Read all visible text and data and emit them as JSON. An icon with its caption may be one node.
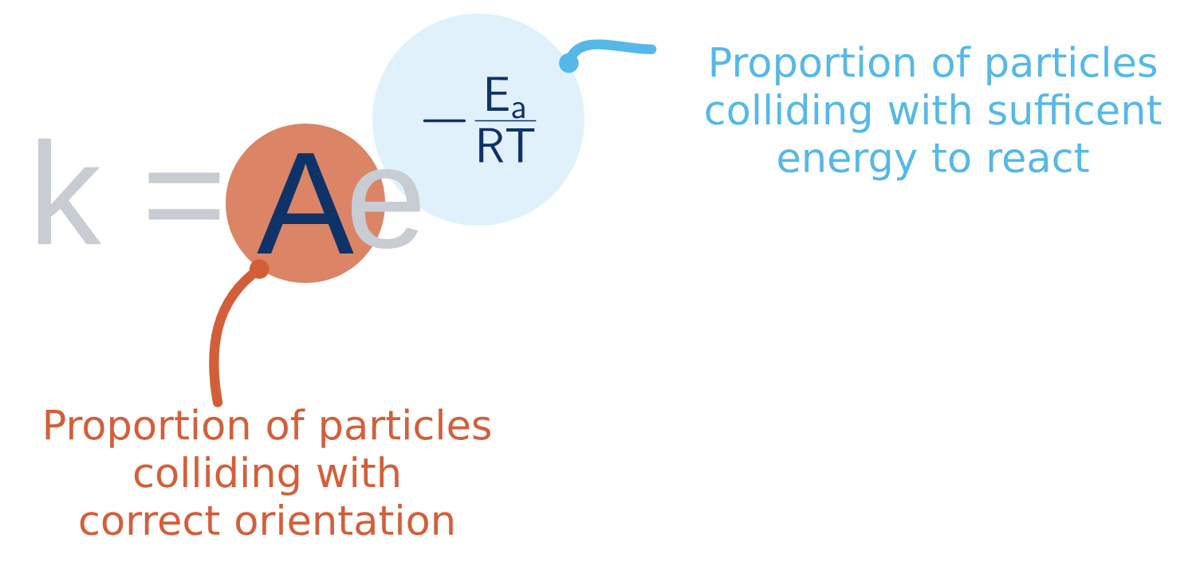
{
  "diagram": {
    "nodes": [
      {
        "text": [
          "A"
        ]
      },
      {
        "text": [
          "-\\frac{\\mathsf{E}_{\\mathsf{a}}}{\\mathsf{RT}}"
        ]
      },
      {
        "text": [
          "Proportion of particles colliding with correct orientation"
        ]
      },
      {
        "text": [
          "Proportion of particles colliding with sufficent energy to react"
        ]
      }
    ],
    "edges": [
      {
        "from": 2,
        "to": 0,
        "arrow": "other",
        "color": "#d35f3a"
      },
      {
        "from": 3,
        "to": 1,
        "arrow": "other",
        "color": "#56b8e8"
      }
    ],
    "labels": [
      "k =",
      "e"
    ]
  }
}
